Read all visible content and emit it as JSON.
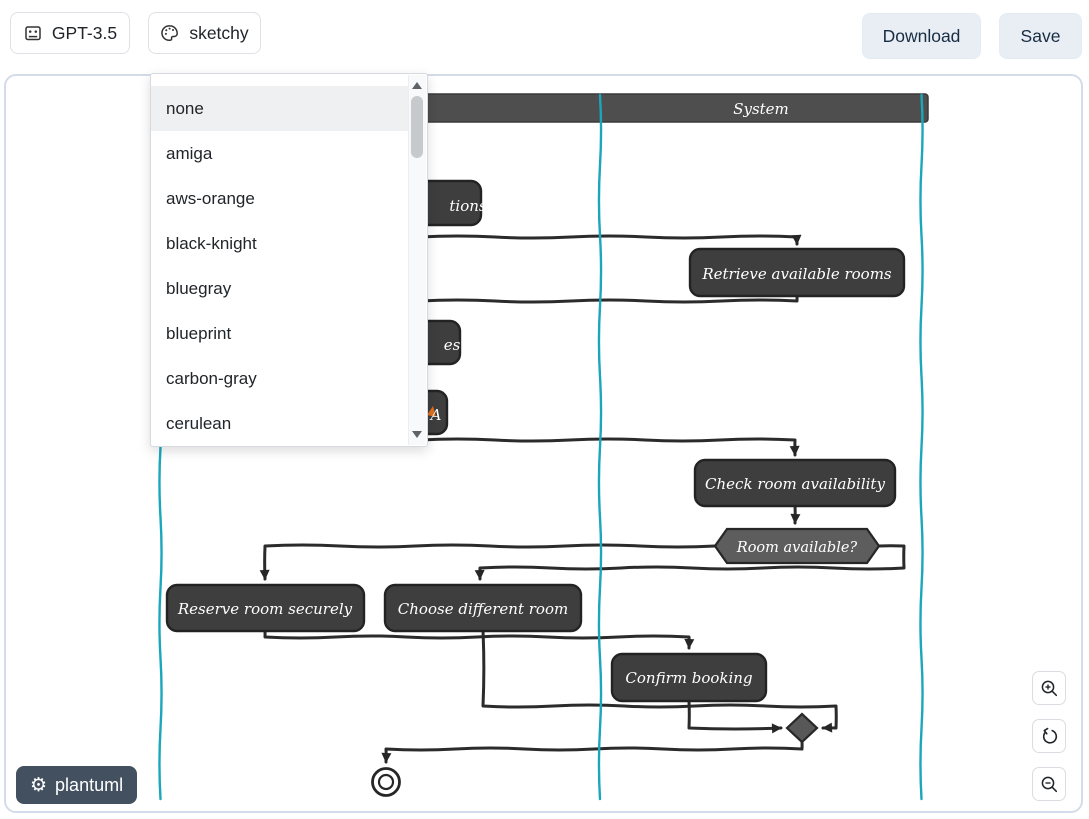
{
  "toolbar": {
    "model": {
      "label": "GPT-3.5",
      "icon": "robot-icon"
    },
    "style": {
      "label": "sketchy",
      "icon": "palette-icon"
    },
    "download_label": "Download",
    "save_label": "Save"
  },
  "style_dropdown": {
    "selected": "none",
    "visible_items": [
      "none",
      "amiga",
      "aws-orange",
      "black-knight",
      "bluegray",
      "blueprint",
      "carbon-gray",
      "cerulean"
    ]
  },
  "diagram": {
    "swimlane_title": "System",
    "activities": {
      "retrieve": "Retrieve available rooms",
      "check": "Check room availability",
      "reserve": "Reserve room securely",
      "choose": "Choose different room",
      "confirm": "Confirm booking"
    },
    "decision": "Room available?",
    "clipped_fragments": {
      "f1": "tions",
      "f2": "es",
      "f3": "A"
    },
    "colors": {
      "node_fill": "#3e3e3e",
      "decision_fill": "#5d5d5d",
      "connector": "#2b2b2b",
      "swimlane_line": "#1aa7bc",
      "title_bar": "#4e4e4e",
      "fragment_accent": "#e0701e"
    }
  },
  "footer": {
    "engine_label": "plantuml",
    "icon": "gear-icon"
  },
  "zoom_controls": {
    "zoom_in_icon": "zoom-in-icon",
    "reset_icon": "reset-view-icon",
    "zoom_out_icon": "zoom-out-icon"
  }
}
